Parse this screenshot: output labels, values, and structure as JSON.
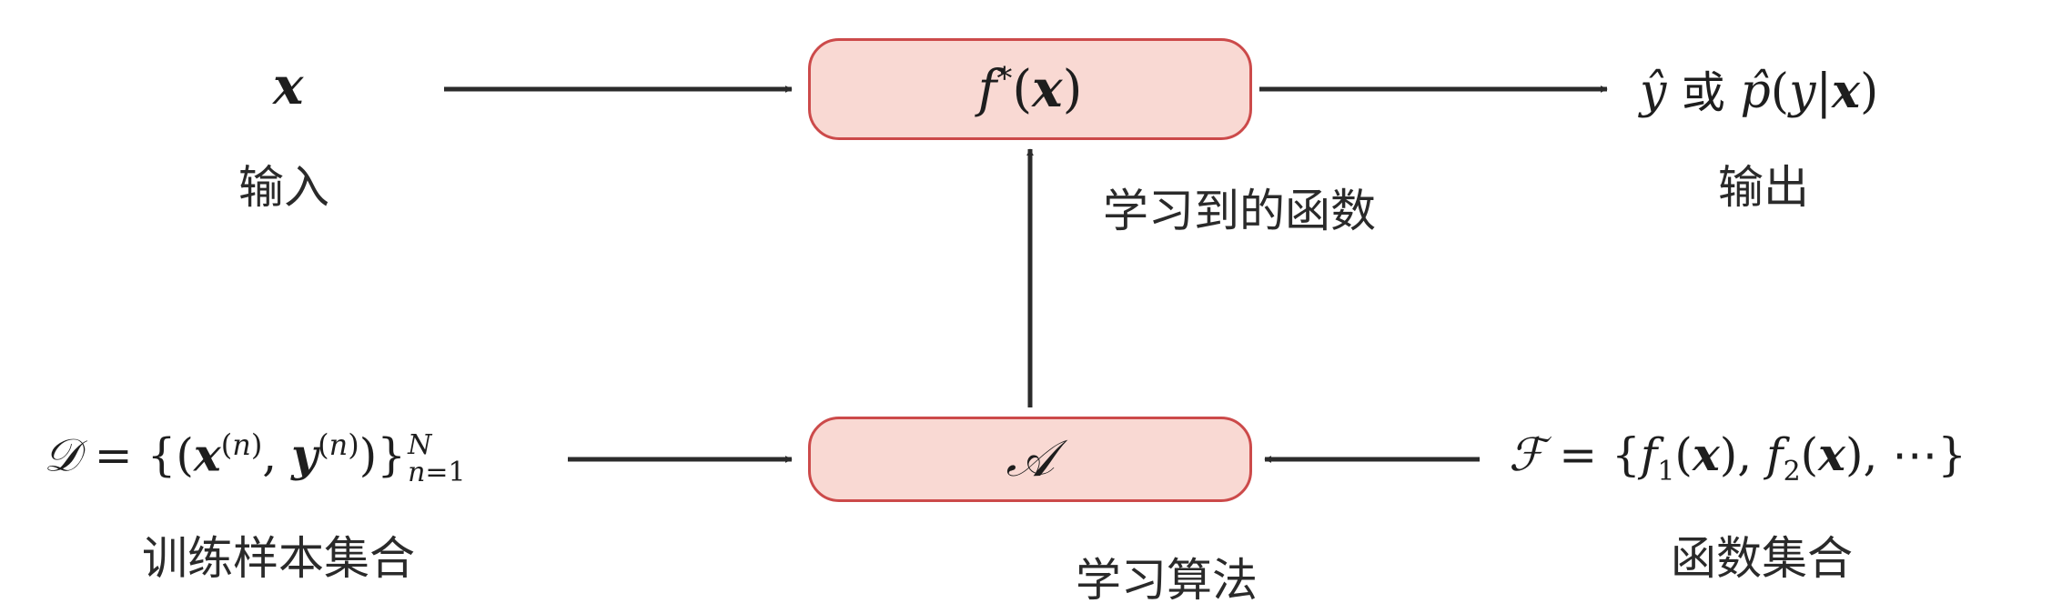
{
  "colors": {
    "box_fill": "#f9d9d3",
    "box_border": "#cc4a4a",
    "arrow": "#2b2b2b"
  },
  "nodes": {
    "learned_function": {
      "formula": "f*(x)",
      "caption": "学习到的函数"
    },
    "algorithm": {
      "formula": "𝒜",
      "caption": "学习算法"
    },
    "input": {
      "formula": "x",
      "caption": "输入"
    },
    "output": {
      "formula": "ŷ 或 p̂(y|x)",
      "or_word": "或",
      "caption": "输出"
    },
    "training_set": {
      "formula": "𝒟 = {(x(n), y(n))}N n=1",
      "caption": "训练样本集合"
    },
    "function_set": {
      "formula": "ℱ = {f1(x), f2(x), ⋯}",
      "caption": "函数集合"
    }
  },
  "edges": [
    {
      "from": "input",
      "to": "learned_function"
    },
    {
      "from": "learned_function",
      "to": "output"
    },
    {
      "from": "algorithm",
      "to": "learned_function"
    },
    {
      "from": "training_set",
      "to": "algorithm"
    },
    {
      "from": "function_set",
      "to": "algorithm"
    }
  ]
}
